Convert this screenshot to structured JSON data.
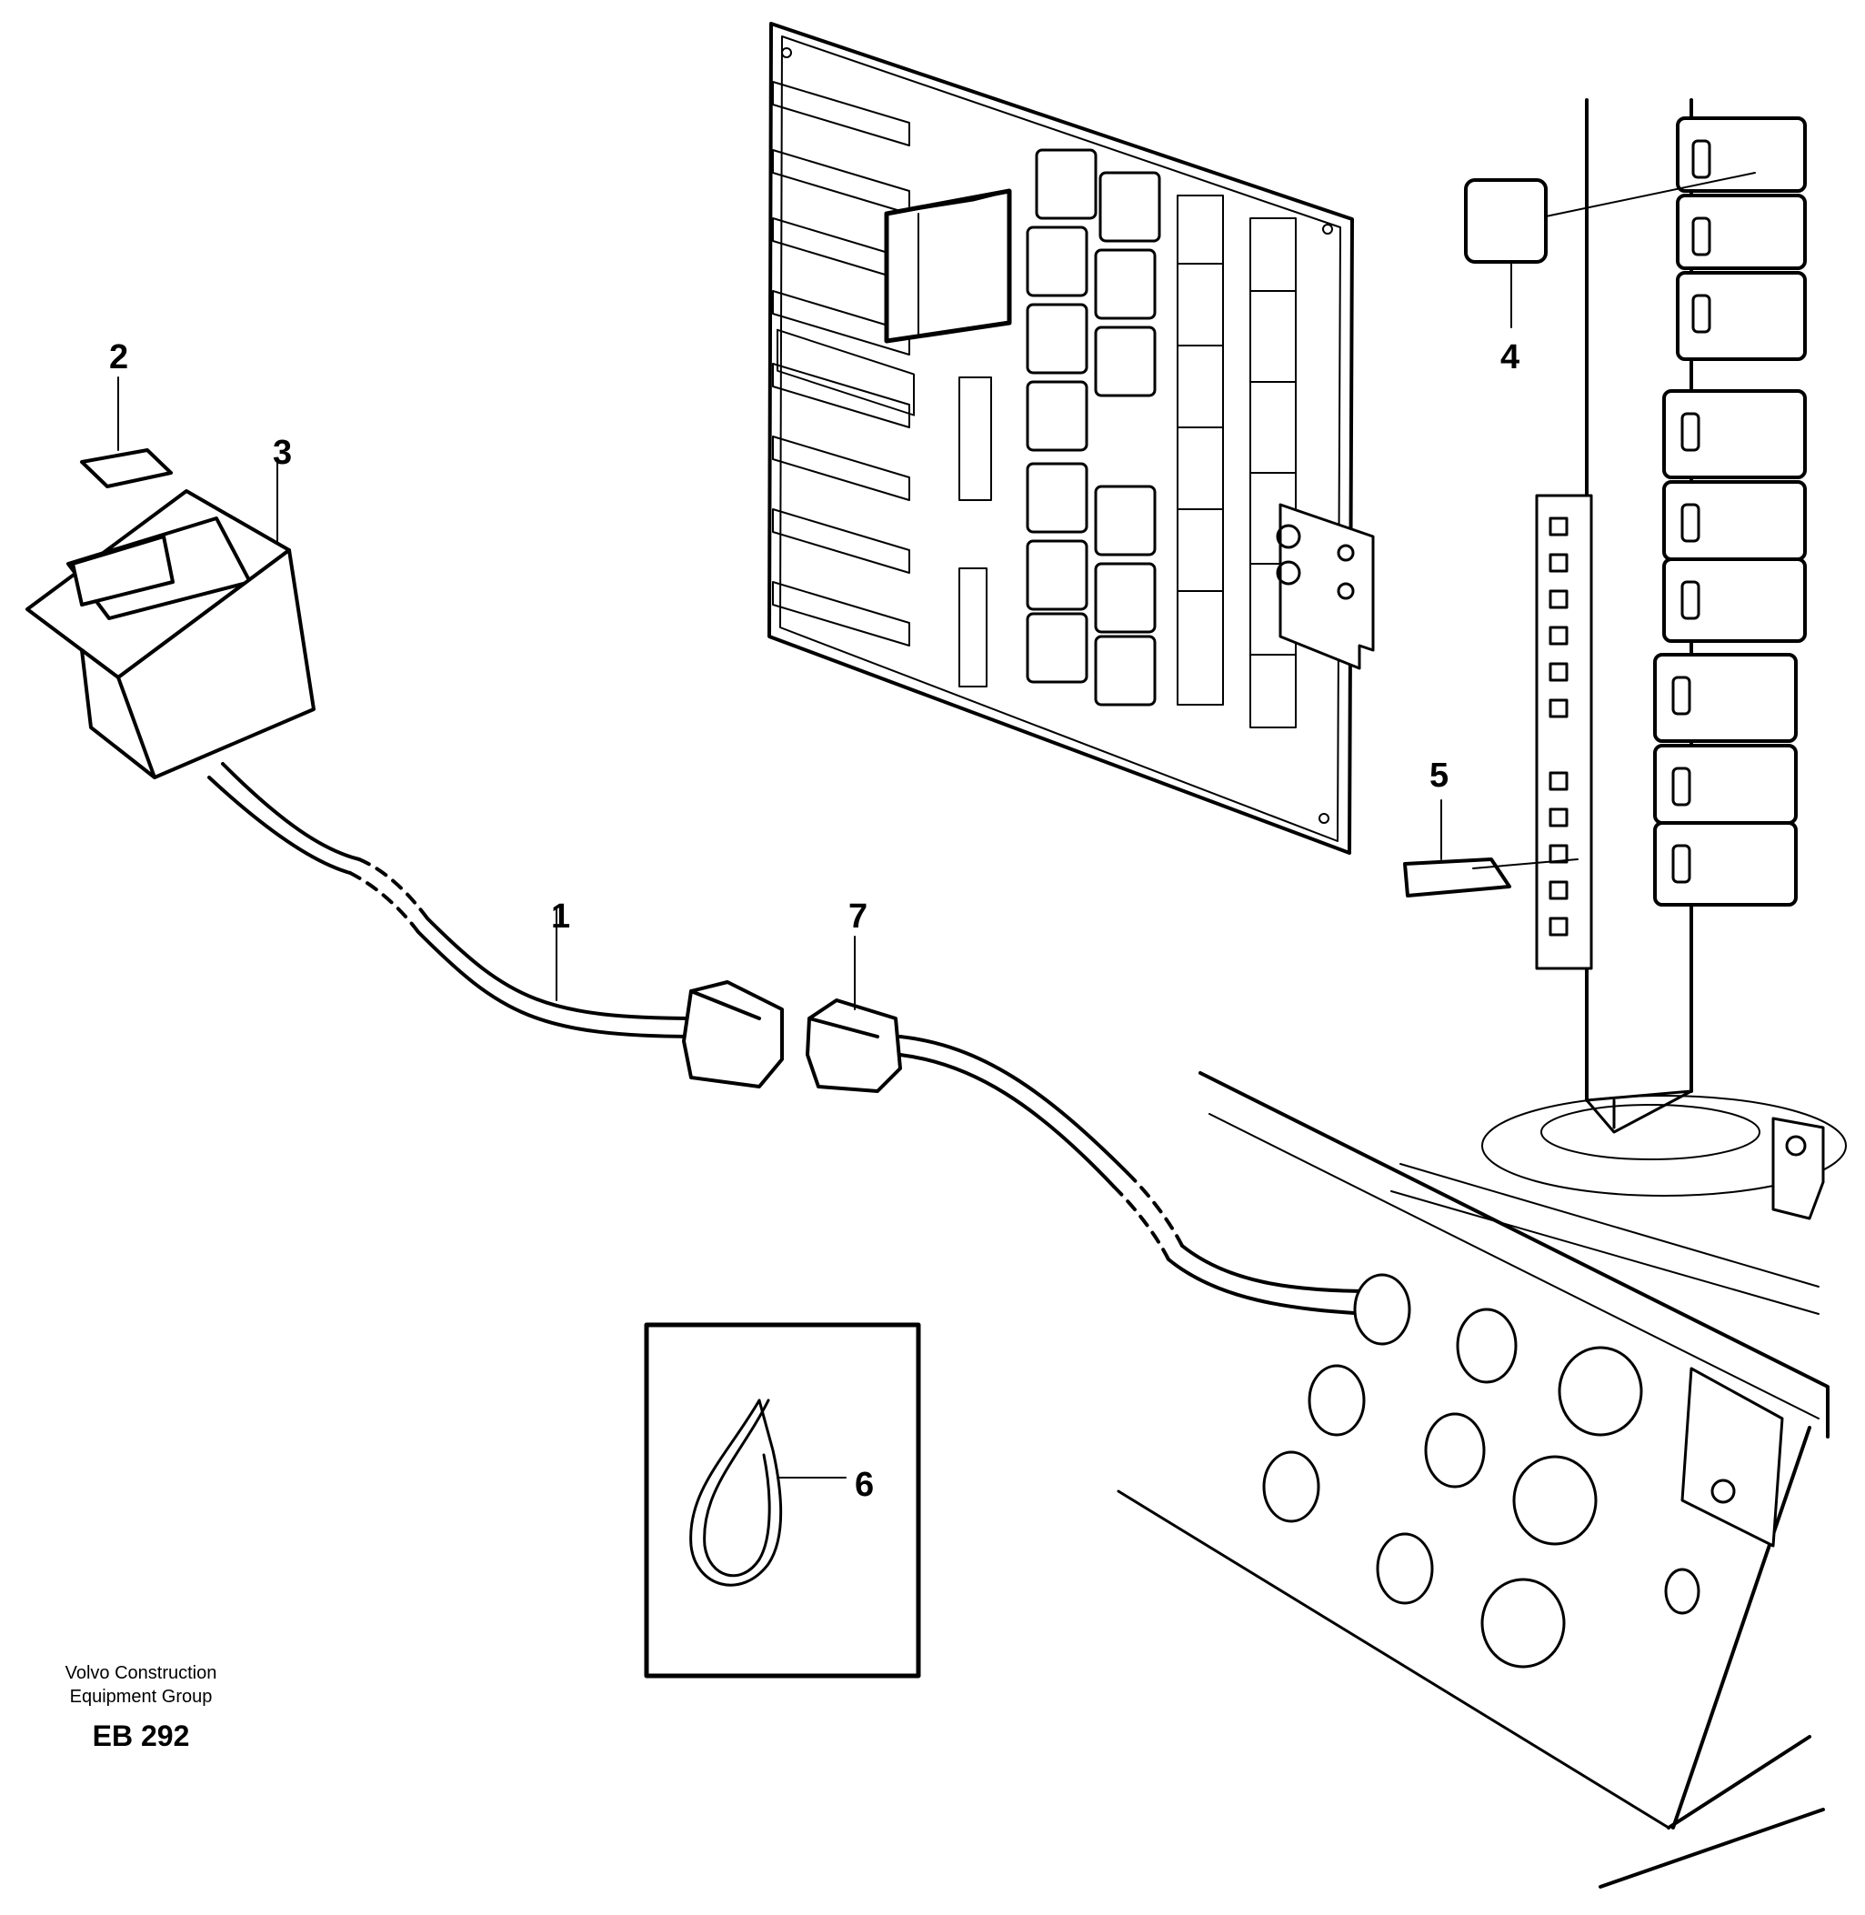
{
  "callouts": [
    {
      "id": "1",
      "label": "1"
    },
    {
      "id": "2",
      "label": "2"
    },
    {
      "id": "3",
      "label": "3"
    },
    {
      "id": "4",
      "label": "4"
    },
    {
      "id": "5",
      "label": "5"
    },
    {
      "id": "6",
      "label": "6"
    },
    {
      "id": "7",
      "label": "7"
    }
  ],
  "footer": {
    "line1": "Volvo Construction",
    "line2": "Equipment Group",
    "code": "EB 292"
  }
}
